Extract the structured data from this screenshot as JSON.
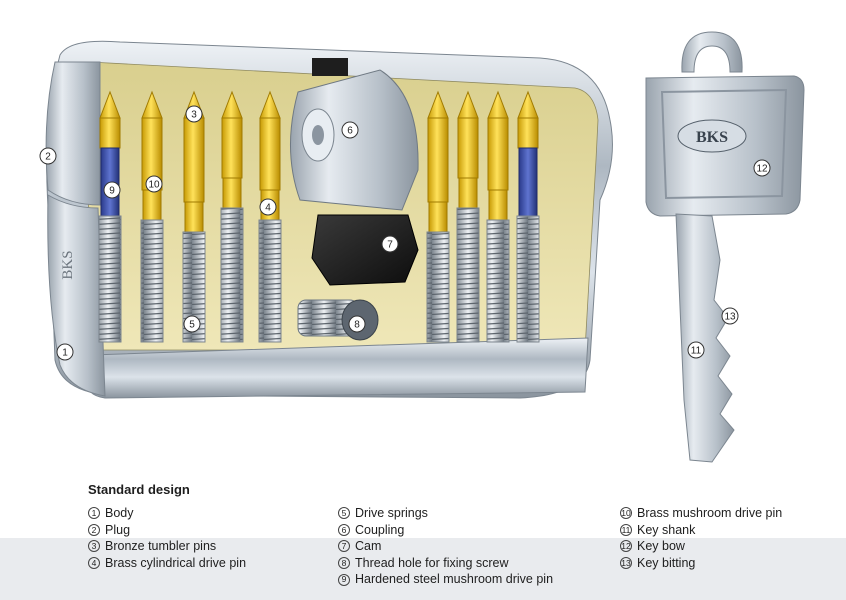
{
  "brand": {
    "body_logo": "BKS",
    "key_logo": "BKS"
  },
  "callouts": {
    "c1": "1",
    "c2": "2",
    "c3": "3",
    "c4": "4",
    "c5": "5",
    "c6": "6",
    "c7": "7",
    "c8": "8",
    "c9": "9",
    "c10": "10",
    "c11": "11",
    "c12": "12",
    "c13": "13"
  },
  "legend": {
    "title": "Standard design",
    "columns": [
      [
        {
          "num": "1",
          "label": "Body"
        },
        {
          "num": "2",
          "label": "Plug"
        },
        {
          "num": "3",
          "label": "Bronze tumbler pins"
        },
        {
          "num": "4",
          "label": "Brass cylindrical drive pin"
        }
      ],
      [
        {
          "num": "5",
          "label": "Drive springs"
        },
        {
          "num": "6",
          "label": "Coupling"
        },
        {
          "num": "7",
          "label": "Cam"
        },
        {
          "num": "8",
          "label": "Thread hole for fixing screw"
        },
        {
          "num": "9",
          "label": "Hardened steel mushroom drive pin"
        }
      ],
      [
        {
          "num": "10",
          "label": "Brass mushroom drive pin"
        },
        {
          "num": "11",
          "label": "Key shank"
        },
        {
          "num": "12",
          "label": "Key bow"
        },
        {
          "num": "13",
          "label": "Key bitting"
        }
      ]
    ]
  },
  "colors": {
    "brass": "#e8c11a",
    "steel_pin": "#3b4fa8",
    "body_metal": "#c6ced6",
    "cam": "#1c1c1c",
    "background": "#ffffff",
    "band": "#e9ebee"
  }
}
